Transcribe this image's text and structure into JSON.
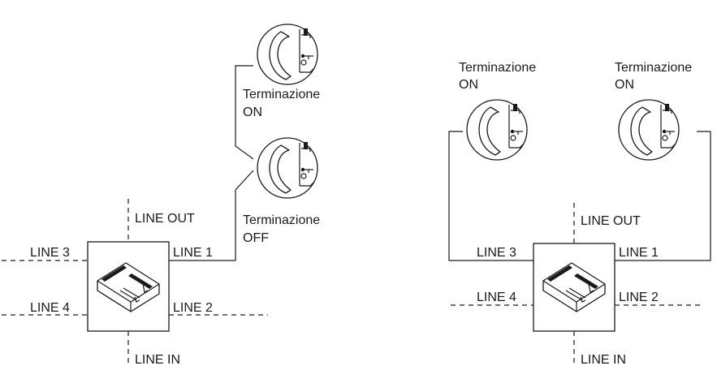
{
  "colors": {
    "ink": "#1a1a1a",
    "background": "#ffffff"
  },
  "icons": [
    "intercom-handset-icon",
    "switch-module-icon"
  ],
  "left": {
    "ports": {
      "line_out": "LINE OUT",
      "line_in": "LINE IN",
      "line_1": "LINE 1",
      "line_2": "LINE 2",
      "line_3": "LINE 3",
      "line_4": "LINE 4"
    },
    "handset_top": {
      "label_1": "Terminazione",
      "label_2": "ON"
    },
    "handset_bottom": {
      "label_1": "Terminazione",
      "label_2": "OFF"
    }
  },
  "right": {
    "ports": {
      "line_out": "LINE OUT",
      "line_in": "LINE IN",
      "line_1": "LINE 1",
      "line_2": "LINE 2",
      "line_3": "LINE 3",
      "line_4": "LINE 4"
    },
    "handset_left": {
      "label_1": "Terminazione",
      "label_2": "ON"
    },
    "handset_right": {
      "label_1": "Terminazione",
      "label_2": "ON"
    }
  }
}
